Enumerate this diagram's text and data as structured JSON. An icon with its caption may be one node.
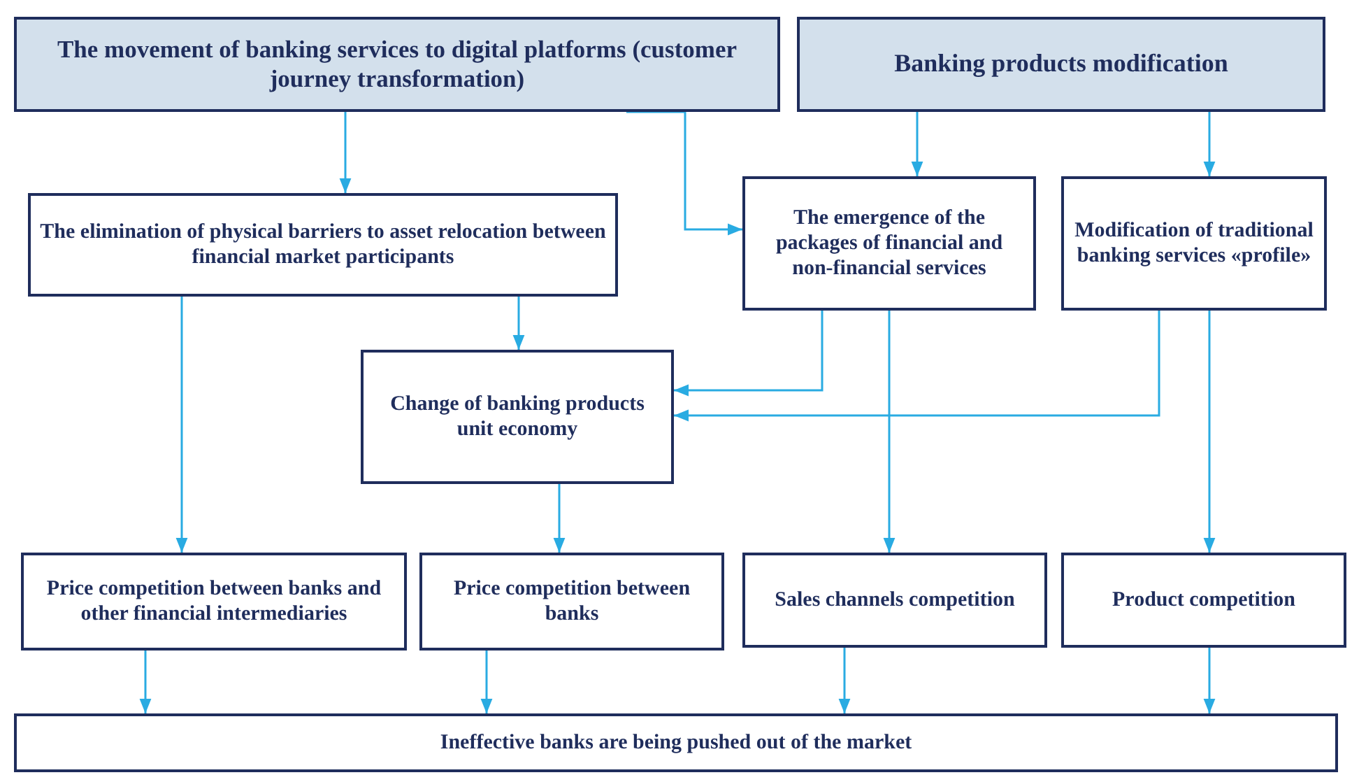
{
  "diagram": {
    "nodes": [
      {
        "text": [
          "The movement of banking services to digital platforms (customer journey transformation)"
        ]
      },
      {
        "text": [
          "Banking products modification"
        ]
      },
      {
        "text": [
          "The elimination of physical barriers to asset relocation between financial market participants"
        ]
      },
      {
        "text": [
          "The emergence of the packages of financial and non-financial services"
        ]
      },
      {
        "text": [
          "Modification of traditional banking services «profile»"
        ]
      },
      {
        "text": [
          "Change of banking products unit economy"
        ]
      },
      {
        "text": [
          "Price competition between banks and other financial intermediaries"
        ]
      },
      {
        "text": [
          "Price competition between banks"
        ]
      },
      {
        "text": [
          "Sales channels competition"
        ]
      },
      {
        "text": [
          "Product competition"
        ]
      },
      {
        "text": [
          "Ineffective banks are being pushed out of the market"
        ]
      }
    ],
    "edges": [
      {
        "from": 0,
        "to": 2,
        "arrow": "to"
      },
      {
        "from": 0,
        "to": 3,
        "arrow": "to"
      },
      {
        "from": 1,
        "to": 3,
        "arrow": "to"
      },
      {
        "from": 1,
        "to": 4,
        "arrow": "to"
      },
      {
        "from": 2,
        "to": 5,
        "arrow": "to"
      },
      {
        "from": 2,
        "to": 6,
        "arrow": "to"
      },
      {
        "from": 3,
        "to": 5,
        "arrow": "to"
      },
      {
        "from": 4,
        "to": 5,
        "arrow": "to"
      },
      {
        "from": 3,
        "to": 8,
        "arrow": "to"
      },
      {
        "from": 4,
        "to": 9,
        "arrow": "to"
      },
      {
        "from": 5,
        "to": 7,
        "arrow": "to"
      },
      {
        "from": 6,
        "to": 10,
        "arrow": "to"
      },
      {
        "from": 7,
        "to": 10,
        "arrow": "to"
      },
      {
        "from": 8,
        "to": 10,
        "arrow": "to"
      },
      {
        "from": 9,
        "to": 10,
        "arrow": "to"
      }
    ]
  }
}
